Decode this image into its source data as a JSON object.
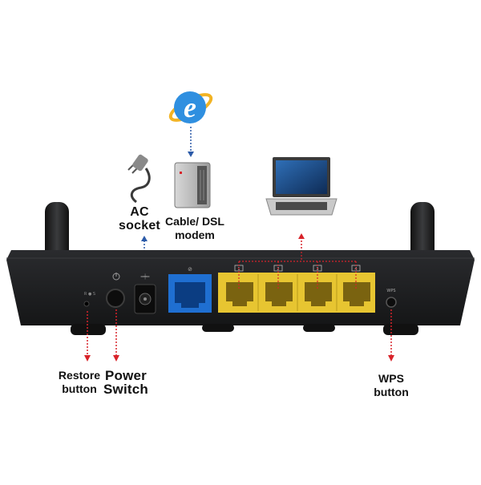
{
  "labels": {
    "ac_socket": [
      "AC",
      "socket"
    ],
    "modem": [
      "Cable/ DSL",
      "modem"
    ],
    "restore": [
      "Restore",
      "button"
    ],
    "power": [
      "Power",
      "Switch"
    ],
    "wps": [
      "WPS",
      "button"
    ]
  },
  "device_marks": {
    "wps_port": "WPS",
    "lan_ports": [
      "1",
      "2",
      "3",
      "4"
    ]
  },
  "colors": {
    "router_body": "#1d1e20",
    "wan_port": "#1f6fd1",
    "lan_port": "#e7c531",
    "arrow": "#d8232a",
    "link_blue": "#2b5aa8"
  },
  "icons": [
    "internet-explorer-icon",
    "power-plug-icon",
    "modem-icon",
    "laptop-icon"
  ]
}
